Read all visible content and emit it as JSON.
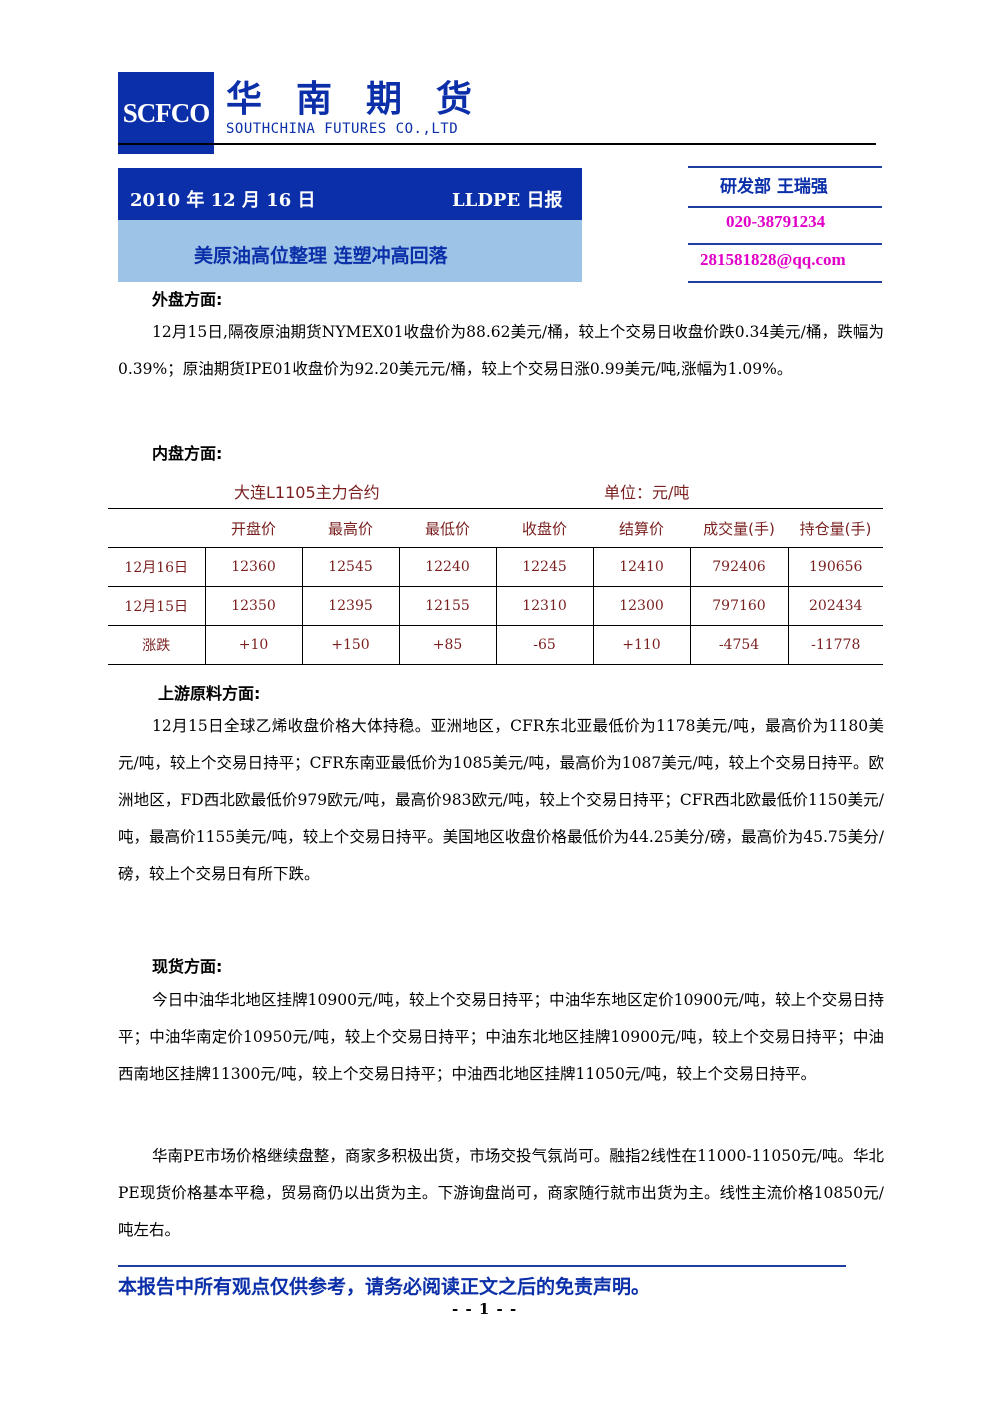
{
  "header": {
    "logo_text": "SCFCO",
    "company_cn": "华南期货",
    "company_en": "SOUTHCHINA FUTURES CO.,LTD"
  },
  "banner": {
    "date": "2010 年 12 月 16 日",
    "report_type": "LLDPE 日报",
    "headline": "美原油高位整理 连塑冲高回落"
  },
  "contact": {
    "department": "研发部 王瑞强",
    "phone": "020-38791234",
    "email": "281581828@qq.com"
  },
  "sections": {
    "overseas": {
      "title": "外盘方面:",
      "text": "12月15日,隔夜原油期货NYMEX01收盘价为88.62美元/桶，较上个交易日收盘价跌0.34美元/桶，跌幅为0.39%；原油期货IPE01收盘价为92.20美元元/桶，较上个交易日涨0.99美元/吨,涨幅为1.09%。"
    },
    "domestic": {
      "title": "内盘方面:",
      "table_caption": "大连L1105主力合约",
      "unit": "单位：元/吨",
      "columns": [
        "",
        "开盘价",
        "最高价",
        "最低价",
        "收盘价",
        "结算价",
        "成交量(手)",
        "持仓量(手)"
      ],
      "rows": [
        [
          "12月16日",
          "12360",
          "12545",
          "12240",
          "12245",
          "12410",
          "792406",
          "190656"
        ],
        [
          "12月15日",
          "12350",
          "12395",
          "12155",
          "12310",
          "12300",
          "797160",
          "202434"
        ],
        [
          "涨跌",
          "+10",
          "+150",
          "+85",
          "-65",
          "+110",
          "-4754",
          "-11778"
        ]
      ]
    },
    "upstream": {
      "title": "上游原料方面:",
      "text": "12月15日全球乙烯收盘价格大体持稳。亚洲地区，CFR东北亚最低价为1178美元/吨，最高价为1180美元/吨，较上个交易日持平；CFR东南亚最低价为1085美元/吨，最高价为1087美元/吨，较上个交易日持平。欧洲地区，FD西北欧最低价979欧元/吨，最高价983欧元/吨，较上个交易日持平；CFR西北欧最低价1150美元/吨，最高价1155美元/吨，较上个交易日持平。美国地区收盘价格最低价为44.25美分/磅，最高价为45.75美分/磅，较上个交易日有所下跌。"
    },
    "spot": {
      "title": "现货方面:",
      "text1": "今日中油华北地区挂牌10900元/吨，较上个交易日持平；中油华东地区定价10900元/吨，较上个交易日持平；中油华南定价10950元/吨，较上个交易日持平；中油东北地区挂牌10900元/吨，较上个交易日持平；中油西南地区挂牌11300元/吨，较上个交易日持平；中油西北地区挂牌11050元/吨，较上个交易日持平。",
      "text2": "华南PE市场价格继续盘整，商家多积极出货，市场交投气氛尚可。融指2线性在11000-11050元/吨。华北PE现货价格基本平稳，贸易商仍以出货为主。下游询盘尚可，商家随行就市出货为主。线性主流价格10850元/吨左右。"
    }
  },
  "footer": {
    "disclaimer": "本报告中所有观点仅供参考，请务必阅读正文之后的免责声明。",
    "page": "- - 1 - -"
  },
  "colors": {
    "brand_blue": "#0b2fa8",
    "banner_light": "#9dc3e6",
    "contact_magenta": "#e000c8",
    "table_text": "#7a1f1f"
  }
}
